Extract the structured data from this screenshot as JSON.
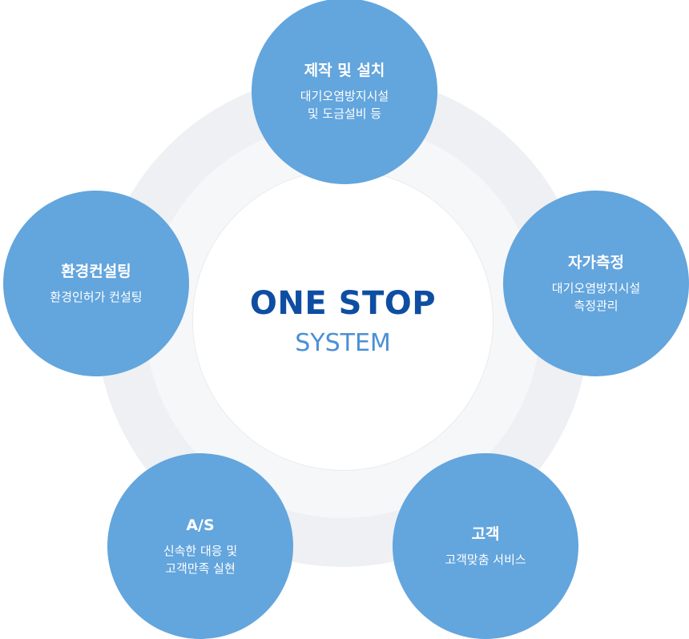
{
  "center": {
    "title": "ONE STOP",
    "subtitle": "SYSTEM"
  },
  "nodes": {
    "top": {
      "title": "제작 및 설치",
      "desc_line1": "대기오염방지시설",
      "desc_line2": "및 도금설비 등"
    },
    "right": {
      "title": "자가측정",
      "desc_line1": "대기오염방지시설",
      "desc_line2": "측정관리"
    },
    "bottom_right": {
      "title": "고객",
      "desc_line1": "고객맞춤 서비스"
    },
    "bottom_left": {
      "title": "A/S",
      "desc_line1": "신속한 대응 및",
      "desc_line2": "고객만족 실현"
    },
    "left": {
      "title": "환경컨설팅",
      "desc_line1": "환경인허가 컨설팅"
    }
  },
  "colors": {
    "node_fill": "#63a5dd",
    "center_title": "#0e4ea2",
    "center_subtitle": "#4b8fd6",
    "ring_outer": "#eef0f3"
  }
}
